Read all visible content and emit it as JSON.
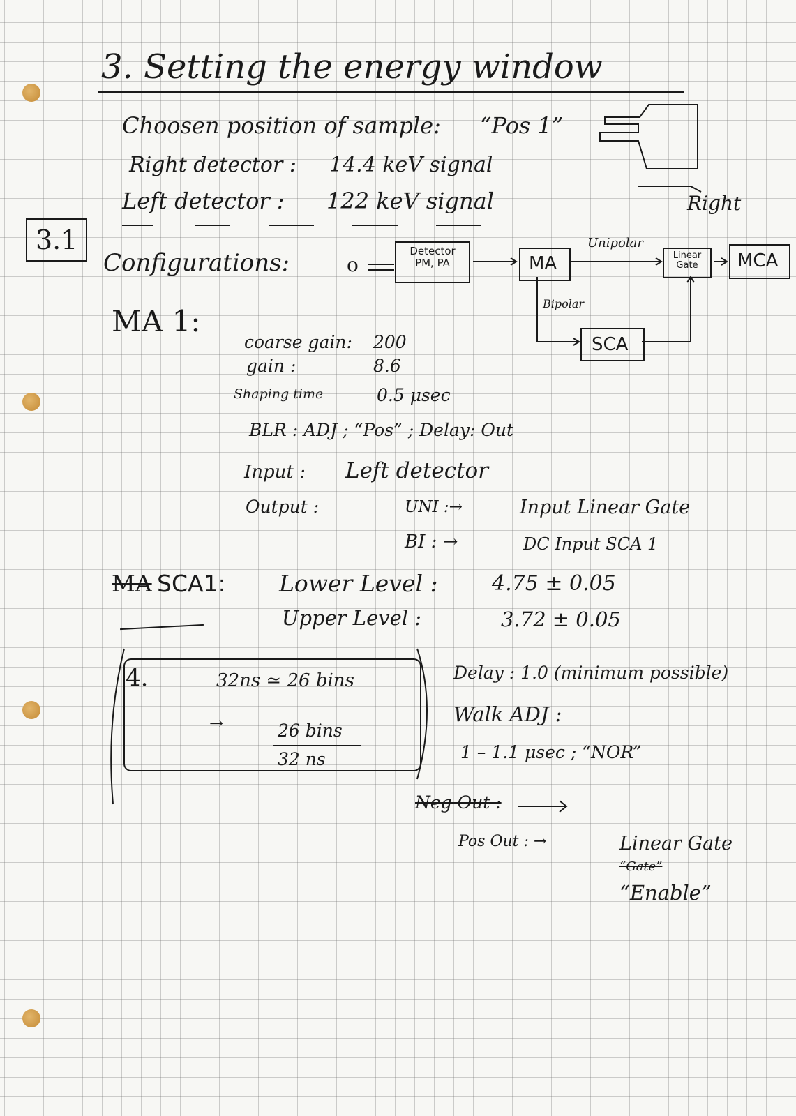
{
  "title": "3. Setting the energy window",
  "intro": {
    "position": "Choosen position of sample:",
    "position_value": "“Pos 1”",
    "right_detector": "Right detector :",
    "right_value": "14.4 keV signal",
    "left_detector": "Left detector :",
    "left_value": "122 keV signal",
    "right_label": "Right"
  },
  "section": {
    "number": "3.1",
    "configurations": "Configurations:"
  },
  "diagram": {
    "source": "o",
    "detector": "Detector",
    "detector_sub": "PM, PA",
    "ma": "MA",
    "unipolar": "Unipolar",
    "bipolar": "Bipolar",
    "linear_gate": "Linear Gate",
    "mca": "MCA",
    "sca": "SCA"
  },
  "ma1": {
    "label": "MA 1:",
    "coarse_gain": "coarse gain:",
    "coarse_gain_value": "200",
    "gain": "gain :",
    "gain_value": "8.6",
    "shaping_time": "Shaping time",
    "shaping_value": "0.5 μsec",
    "blr": "BLR : ADJ ; “Pos” ; Delay: Out",
    "input": "Input :",
    "input_value": "Left detector",
    "output": "Output :",
    "uni_arrow": "UNI :→",
    "uni_target": "Input Linear Gate",
    "bi_arrow": "BI : →",
    "bi_target": "DC Input SCA 1"
  },
  "sca1": {
    "label_struck": "MA",
    "label": "SCA1:",
    "lower_level": "Lower Level :",
    "lower_value": "4.75 ± 0.05",
    "upper_level": "Upper Level :",
    "upper_value": "3.72 ± 0.05"
  },
  "calc": {
    "number": "4.",
    "line1": "32ns ≃ 26 bins",
    "arrow": "→",
    "num": "26 bins",
    "den": "32 ns"
  },
  "delay": {
    "delay": "Delay : 1.0 (minimum possible)",
    "walk": "Walk ADJ :",
    "walk_value": "1 – 1.1 μsec   ;   “NOR”",
    "neg_out": "Neg Out :",
    "pos_out": "Pos Out : →",
    "target": "Linear Gate",
    "target_struck": "“Gate”",
    "enable": "“Enable”"
  }
}
